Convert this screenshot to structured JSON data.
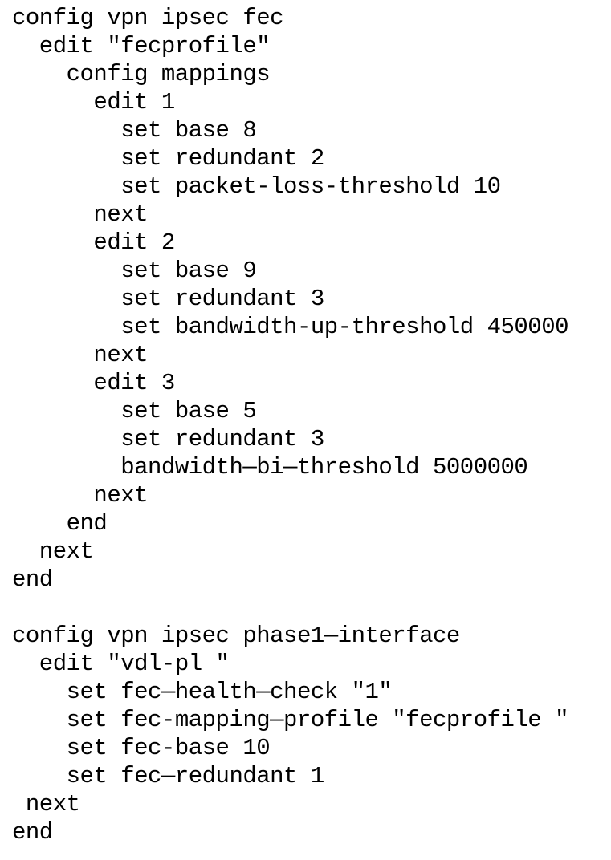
{
  "document": {
    "lines": [
      "config vpn ipsec fec",
      "  edit \"fecprofile\"",
      "    config mappings",
      "      edit 1",
      "        set base 8",
      "        set redundant 2",
      "        set packet-loss-threshold 10",
      "      next",
      "      edit 2",
      "        set base 9",
      "        set redundant 3",
      "        set bandwidth-up-threshold 450000",
      "      next",
      "      edit 3",
      "        set base 5",
      "        set redundant 3",
      "        bandwidth—bi—threshold 5000000",
      "      next",
      "    end",
      "  next",
      "end",
      "",
      "config vpn ipsec phase1—interface",
      "  edit \"vdl-pl \"",
      "    set fec—health—check \"1\"",
      "    set fec-mapping—profile \"fecprofile \"",
      "    set fec-base 10",
      "    set fec—redundant 1",
      " next",
      "end"
    ]
  }
}
